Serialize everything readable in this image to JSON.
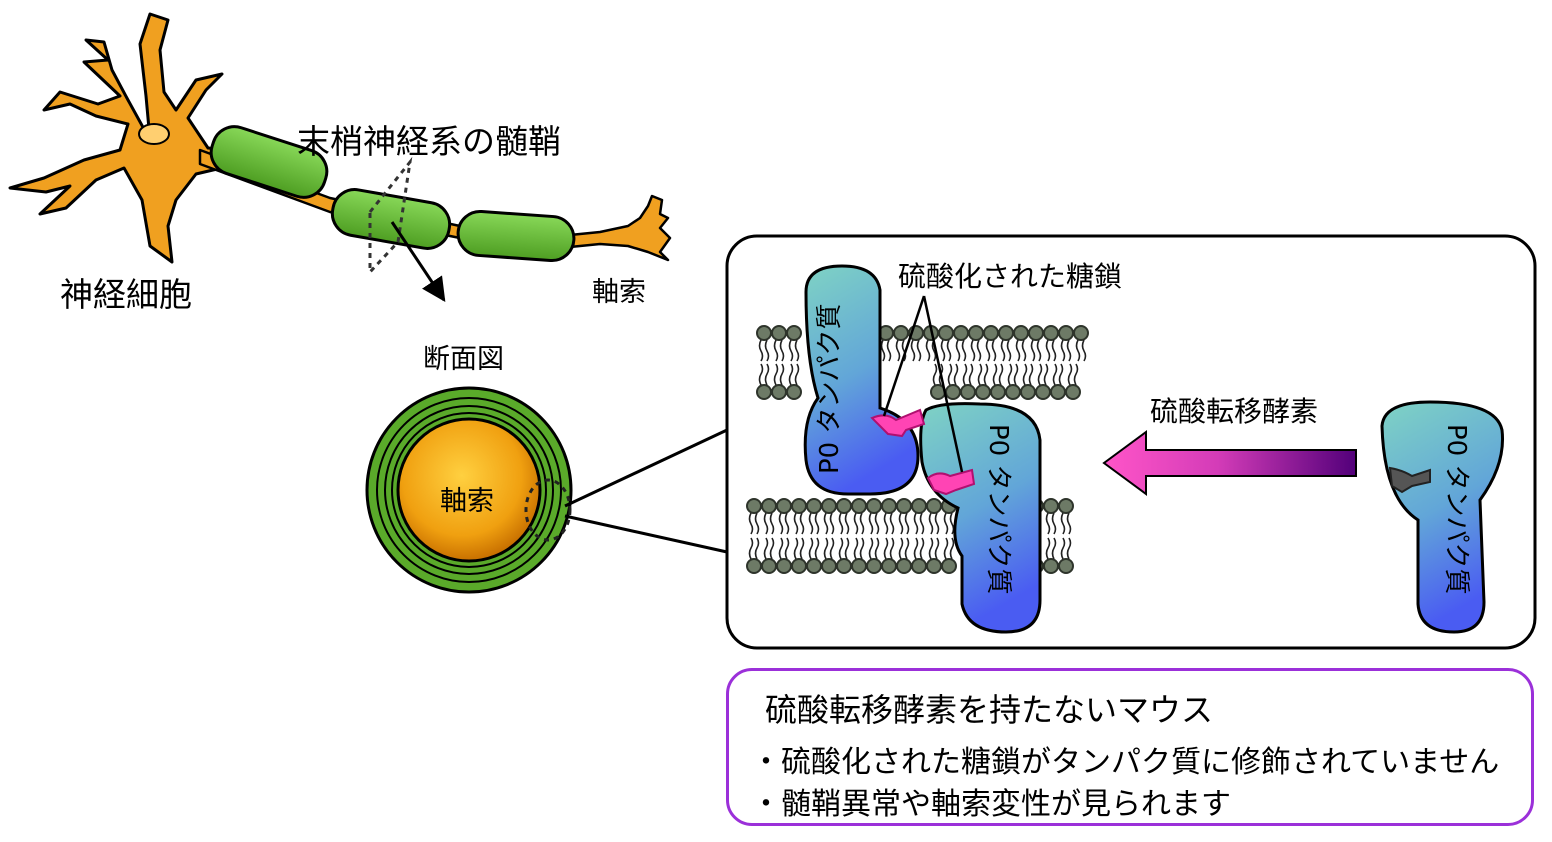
{
  "labels": {
    "neuron": "神経細胞",
    "peripheral_myelin": "末梢神経系の髄鞘",
    "axon_top": "軸索",
    "cross_section": "断面図",
    "axon_center": "軸索",
    "sulfated_glycan": "硫酸化された糖鎖",
    "sulfotransferase": "硫酸転移酵素",
    "p0_protein": "P0 タンパク質"
  },
  "summary": {
    "title": "硫酸転移酵素を持たないマウス",
    "bullets": [
      "・硫酸化された糖鎖がタンパク質に修飾されていません",
      "・髄鞘異常や軸索変性が見られます"
    ]
  },
  "colors": {
    "neuron_orange": "#f0a020",
    "myelin_green": "#66bb33",
    "protein_teal": "#7ecfc3",
    "protein_blue": "#4a6ef0",
    "glycan_pink": "#ff33aa",
    "lipid_gray": "#6b7b66",
    "arrow_pink": "#ff44bb",
    "arrow_purple": "#5a007a",
    "summary_border": "#9b30d9"
  }
}
